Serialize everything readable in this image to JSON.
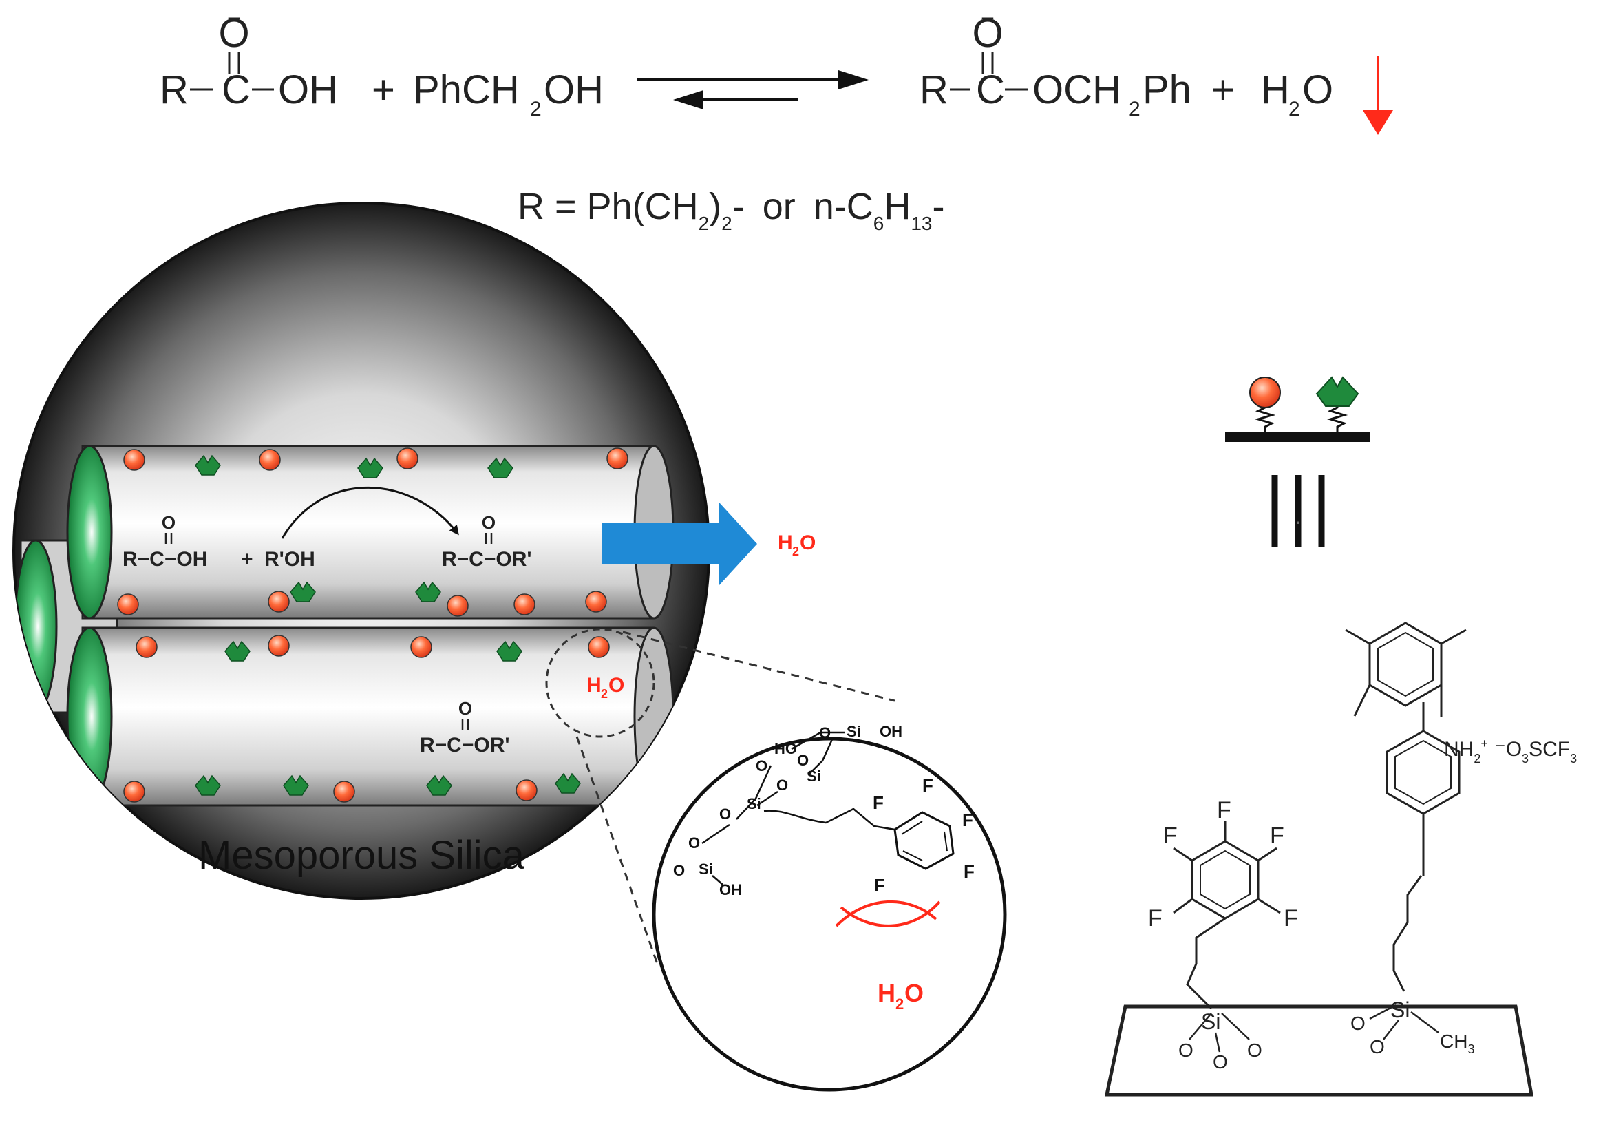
{
  "equation": {
    "reactant1": {
      "r": "R",
      "c": "C",
      "o": "O",
      "charge": "−",
      "oh": "OH"
    },
    "plus1": "+",
    "reactant2": {
      "main": "PhCH",
      "sub": "2",
      "tail": "OH"
    },
    "product1": {
      "r": "R",
      "c": "C",
      "o": "O",
      "charge": "−",
      "tail_a": "OCH",
      "sub": "2",
      "tail_b": "Ph"
    },
    "plus2": "+",
    "product2": {
      "h": "H",
      "sub": "2",
      "o": "O"
    },
    "r_def": {
      "prefix": "R = Ph(CH",
      "sub1": "2",
      "mid": ")",
      "sub2": "2",
      "dash1": "-",
      "or": "or",
      "n": "n-C",
      "sub3": "6",
      "h": "H",
      "sub4": "13",
      "dash2": "-"
    }
  },
  "sphere": {
    "label": "Mesoporous Silica",
    "upper_reaction": {
      "acid": "R−C−OH",
      "carbonyl_o": "O",
      "plus": "+",
      "alcohol": "R'OH",
      "ester": "R−C−OR'",
      "ester_o": "O"
    },
    "lower_ester": {
      "ester": "R−C−OR'",
      "carbonyl_o": "O"
    },
    "water_in_pore": {
      "h": "H",
      "sub": "2",
      "o": "O"
    },
    "water_out": {
      "h": "H",
      "sub": "2",
      "o": "O"
    }
  },
  "zoom": {
    "labels": [
      "HO",
      "Si",
      "OH",
      "O",
      "O",
      "Si",
      "O",
      "O",
      "Si",
      "O",
      "O",
      "O",
      "Si",
      "OH"
    ],
    "fluorines": [
      "F",
      "F",
      "F",
      "F",
      "F"
    ],
    "water": {
      "h": "H",
      "sub": "2",
      "o": "O"
    }
  },
  "structure": {
    "equiv": "|||",
    "fluorines": [
      "F",
      "F",
      "F",
      "F",
      "F"
    ],
    "ammonium": {
      "nh": "NH",
      "sub": "2",
      "sup": "+",
      "anion_pre": "⁻O",
      "anion_sub": "3",
      "anion_tail": "SCF",
      "anion_sub2": "3"
    },
    "si_left": "Si",
    "si_right": "Si",
    "ch3": {
      "c": "CH",
      "sub": "3"
    },
    "oxygens": [
      "O",
      "O",
      "O",
      "O",
      "O"
    ]
  },
  "colors": {
    "red": "#ff2a1a",
    "blue": "#1f8ad6",
    "green": "#1f8a3c",
    "sphere_dark": "#2b2b2b"
  }
}
